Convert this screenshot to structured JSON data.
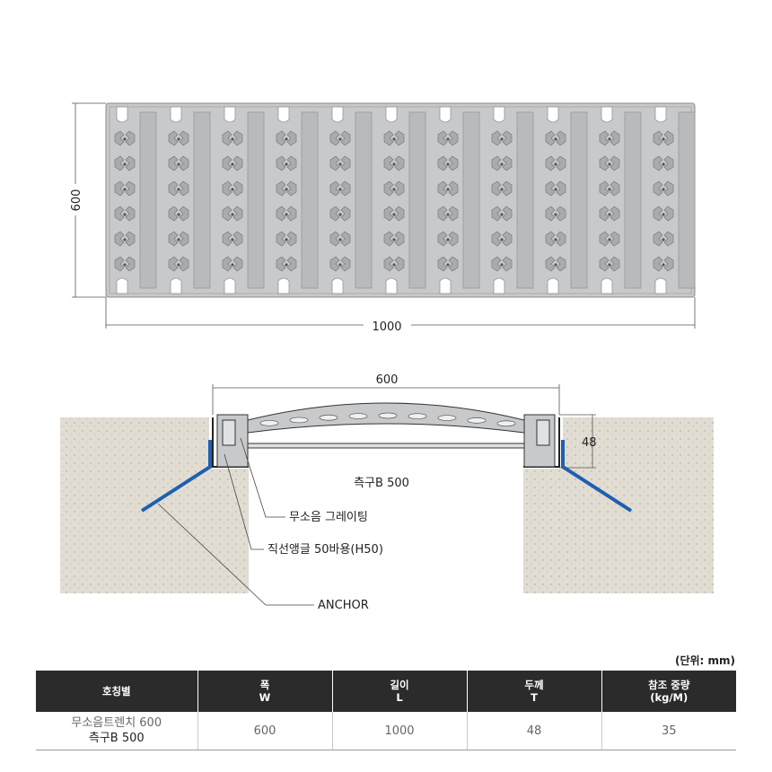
{
  "top_view": {
    "height_dim": "600",
    "width_dim": "1000"
  },
  "section_view": {
    "width_dim": "600",
    "thickness_dim": "48",
    "center_label": "측구B 500",
    "callouts": [
      "무소음 그레이팅",
      "직선앵글 50바용(H50)",
      "ANCHOR"
    ]
  },
  "colors": {
    "anchor": "#1f5fb0",
    "grating": "#c7c9cb",
    "concrete": "#e2ddd3"
  },
  "table": {
    "unit_note": "(단위: mm)",
    "headers": [
      {
        "line1": "호칭별",
        "line2": ""
      },
      {
        "line1": "폭",
        "line2": "W"
      },
      {
        "line1": "길이",
        "line2": "L"
      },
      {
        "line1": "두께",
        "line2": "T"
      },
      {
        "line1": "참조 중량",
        "line2": "(kg/M)"
      }
    ],
    "row": {
      "name_line1": "무소음트렌치 600",
      "name_line2": "측구B 500",
      "w": "600",
      "l": "1000",
      "t": "48",
      "weight": "35"
    }
  }
}
